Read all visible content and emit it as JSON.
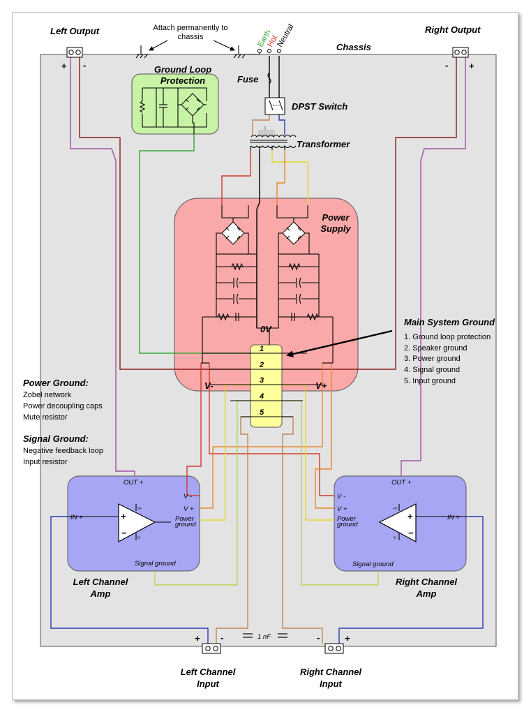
{
  "labels": {
    "left_output": "Left Output",
    "right_output": "Right Output",
    "chassis": "Chassis",
    "attach_note": "Attach permanently to\nchassis",
    "earth": "Earth",
    "hot": "Hot",
    "neutral": "Neutral",
    "fuse": "Fuse",
    "dpst_switch": "DPST Switch",
    "transformer": "Transformer",
    "ground_loop_protection": "Ground Loop\nProtection",
    "power_supply": "Power\nSupply",
    "zero_v": "0V",
    "v_minus": "V-",
    "v_plus": "V+",
    "main_system_ground": "Main System Ground",
    "left_channel_amp": "Left Channel\nAmp",
    "right_channel_amp": "Right Channel\nAmp",
    "left_channel_input": "Left Channel\nInput",
    "right_channel_input": "Right Channel\nInput",
    "capacitor_value": "1 nF",
    "plus": "+",
    "minus": "-"
  },
  "ground_list": [
    "1. Ground loop protection",
    "2. Speaker ground",
    "3. Power ground",
    "4. Signal ground",
    "5. Input ground"
  ],
  "terminal_numbers": [
    "1",
    "2",
    "3",
    "4",
    "5"
  ],
  "power_ground_note": {
    "title": "Power Ground:",
    "items": [
      "Zobel network",
      "Power decoupling caps",
      "Mute resistor"
    ]
  },
  "signal_ground_note": {
    "title": "Signal Ground:",
    "items": [
      "Negative feedback loop",
      "Input resistor"
    ]
  },
  "amp_labels": {
    "out_plus": "OUT +",
    "in_plus": "IN +",
    "v_minus": "V -",
    "v_plus": "V +",
    "power_ground": "Power\nground",
    "signal_ground": "Signal ground",
    "opamp_left_vplus": "V+",
    "opamp_left_vminus": "V-",
    "opamp_right_vplus": "+V",
    "opamp_right_vminus": "-V"
  },
  "colors": {
    "chassis_fill": "#e3e3e3",
    "ground_loop_fill": "#c8f3a6",
    "power_supply_fill": "#f9a9a9",
    "ground_bus_fill": "#ffff9c",
    "amp_fill": "#a6a6f4",
    "wire_red": "#d03a2a",
    "wire_darkred": "#8b1a1a",
    "wire_purple": "#a050a0",
    "wire_green": "#3aa63a",
    "wire_orange": "#e58a2a",
    "wire_yellow": "#e6d82e",
    "wire_lime": "#b6d45a",
    "wire_brown": "#c0865a",
    "wire_blue": "#2a3ab0",
    "wire_gray": "#9a9a9a"
  }
}
